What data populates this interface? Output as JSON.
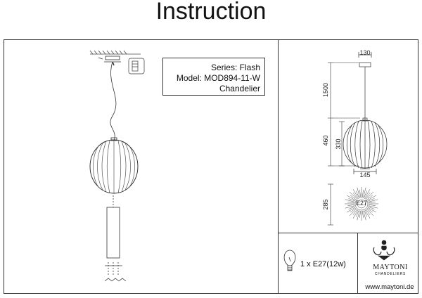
{
  "header": {
    "title": "Instruction"
  },
  "product": {
    "series": "Series: Flash",
    "model": "Model: MOD894-11-W",
    "type": "Chandelier"
  },
  "dimensions": {
    "width_top": "130",
    "cable_length": "1500",
    "total_height": "460",
    "shade_height": "330",
    "shade_width": "145",
    "bottom_depth": "285"
  },
  "lamp": {
    "spec": "1 x E27(12w)"
  },
  "brand": {
    "name": "MAYTONI",
    "tagline": "CHANDELIERS",
    "website": "www.maytoni.de"
  }
}
